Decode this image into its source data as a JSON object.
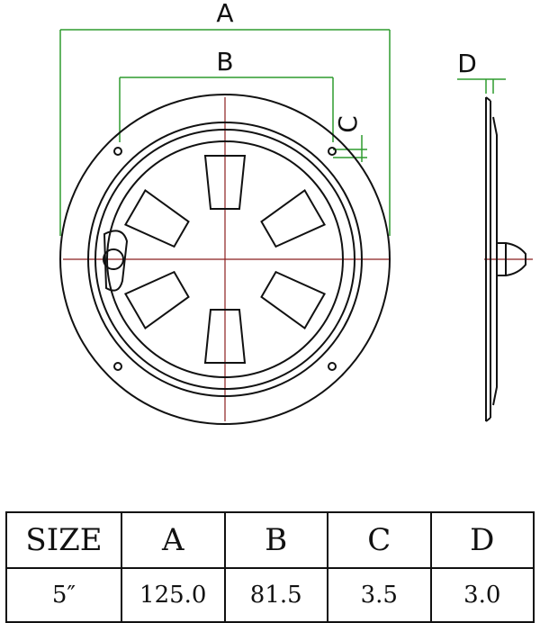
{
  "labels": {
    "a": "A",
    "b": "B",
    "c": "C",
    "d": "D"
  },
  "colors": {
    "outline": "#111111",
    "dimension": "#2e9b2e",
    "centerline": "#8b1f1f"
  },
  "table": {
    "headers": [
      "SIZE",
      "A",
      "B",
      "C",
      "D"
    ],
    "row": [
      "5″",
      "125.0",
      "81.5",
      "3.5",
      "3.0"
    ]
  }
}
